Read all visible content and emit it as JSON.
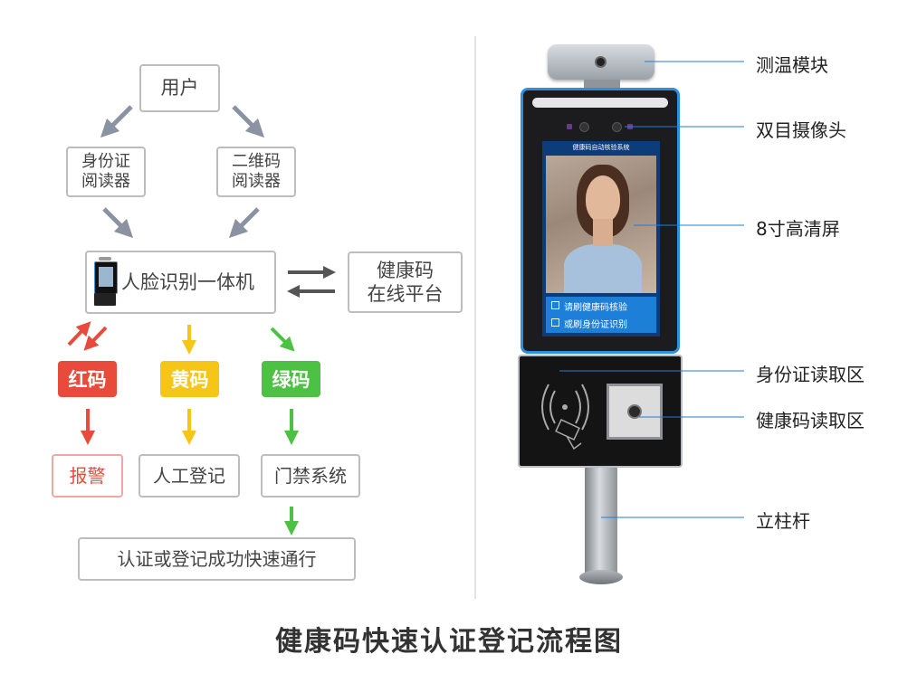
{
  "flow": {
    "user": "用户",
    "id_reader": [
      "身份证",
      "阅读器"
    ],
    "qr_reader": [
      "二维码",
      "阅读器"
    ],
    "face_machine": "人脸识别一体机",
    "platform": [
      "健康码",
      "在线平台"
    ],
    "red_code": "红码",
    "yellow_code": "黄码",
    "green_code": "绿码",
    "alarm": "报警",
    "manual": "人工登记",
    "access": "门禁系统",
    "pass": "认证或登记成功快速通行"
  },
  "device": {
    "screen_header": "健康码自动核验系统",
    "prompt_1": "请刷健康码核验",
    "prompt_2": "或刷身份证识别"
  },
  "callouts": [
    "测温模块",
    "双目摄像头",
    "8寸高清屏",
    "身份证读取区",
    "健康码读取区",
    "立柱杆"
  ],
  "title": "健康码快速认证登记流程图",
  "colors": {
    "red": "#e84b3c",
    "yellow": "#f5c518",
    "green": "#4cc143",
    "arrow_gray": "#8b93a3",
    "screen_blue": "#1e7fd8"
  }
}
